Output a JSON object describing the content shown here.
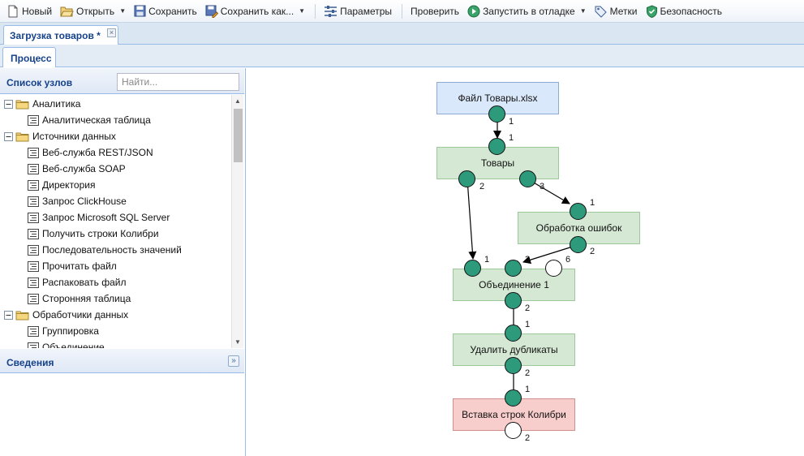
{
  "toolbar": {
    "new": "Новый",
    "open": "Открыть",
    "save": "Сохранить",
    "save_as": "Сохранить как...",
    "params": "Параметры",
    "check": "Проверить",
    "run_debug": "Запустить в отладке",
    "tags": "Метки",
    "security": "Безопасность"
  },
  "doc_tab": {
    "label": "Загрузка товаров *"
  },
  "inner_tab": {
    "label": "Процесс"
  },
  "left_panel": {
    "title": "Список узлов",
    "search_placeholder": "Найти...",
    "tree": [
      {
        "type": "folder",
        "label": "Аналитика"
      },
      {
        "type": "leaf",
        "label": "Аналитическая таблица"
      },
      {
        "type": "folder",
        "label": "Источники данных"
      },
      {
        "type": "leaf",
        "label": "Веб-служба REST/JSON"
      },
      {
        "type": "leaf",
        "label": "Веб-служба SOAP"
      },
      {
        "type": "leaf",
        "label": "Директория"
      },
      {
        "type": "leaf",
        "label": "Запрос ClickHouse"
      },
      {
        "type": "leaf",
        "label": "Запрос Microsoft SQL Server"
      },
      {
        "type": "leaf",
        "label": "Получить строки Колибри"
      },
      {
        "type": "leaf",
        "label": "Последовательность значений"
      },
      {
        "type": "leaf",
        "label": "Прочитать файл"
      },
      {
        "type": "leaf",
        "label": "Распаковать файл"
      },
      {
        "type": "leaf",
        "label": "Сторонняя таблица"
      },
      {
        "type": "folder",
        "label": "Обработчики данных"
      },
      {
        "type": "leaf",
        "label": "Группировка"
      },
      {
        "type": "leaf",
        "label": "Объединение"
      }
    ],
    "info_title": "Сведения"
  },
  "diagram": {
    "nodes": {
      "file": "Файл Товары.xlsx",
      "goods": "Товары",
      "errors": "Обработка ошибок",
      "union": "Объединение 1",
      "dedup": "Удалить дубликаты",
      "insert": "Вставка строк Колибри"
    },
    "port_labels": {
      "file_out": "1",
      "goods_in": "1",
      "goods_out_a": "2",
      "goods_out_b": "3",
      "errors_in": "1",
      "errors_out": "2",
      "union_in_a": "1",
      "union_in_b": "3",
      "union_in_c": "6",
      "union_out": "2",
      "dedup_in": "1",
      "dedup_out": "2",
      "insert_in": "1",
      "insert_out": "2"
    }
  },
  "colors": {
    "port": "#2e9a7c",
    "file_node": "#dae8fc",
    "process_node": "#d5e8d4",
    "sink_node": "#f8cecc",
    "header_text": "#15428b"
  }
}
